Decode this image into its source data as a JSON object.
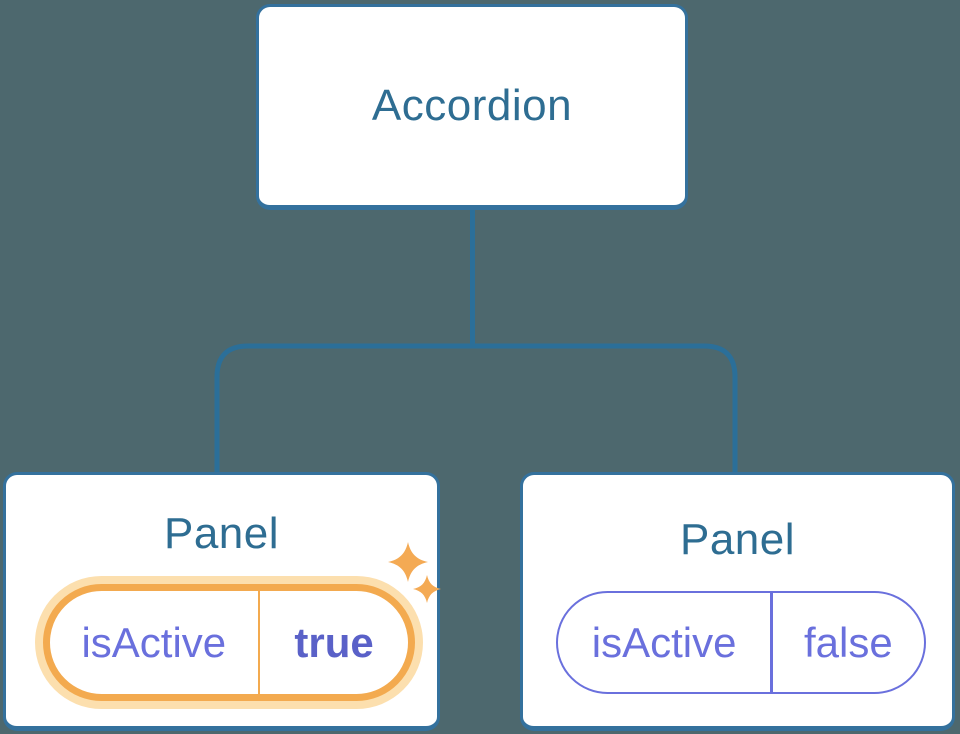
{
  "diagram": {
    "root": {
      "label": "Accordion"
    },
    "panels": [
      {
        "title": "Panel",
        "state": {
          "key": "isActive",
          "value": "true"
        },
        "highlighted": true
      },
      {
        "title": "Panel",
        "state": {
          "key": "isActive",
          "value": "false"
        },
        "highlighted": false
      }
    ]
  },
  "icons": {
    "sparkles": "sparkles-icon"
  },
  "colors": {
    "background": "#4d686e",
    "card_bg": "#ffffff",
    "card_border": "#34719d",
    "connector": "#2b6f99",
    "title_text": "#2e6d92",
    "state_text": "#6a70dd",
    "state_value_highlight": "#5a61c8",
    "highlight_ring": "#f3aa4f",
    "highlight_glow": "#fcdfae",
    "sparkle": "#f4aa54"
  }
}
